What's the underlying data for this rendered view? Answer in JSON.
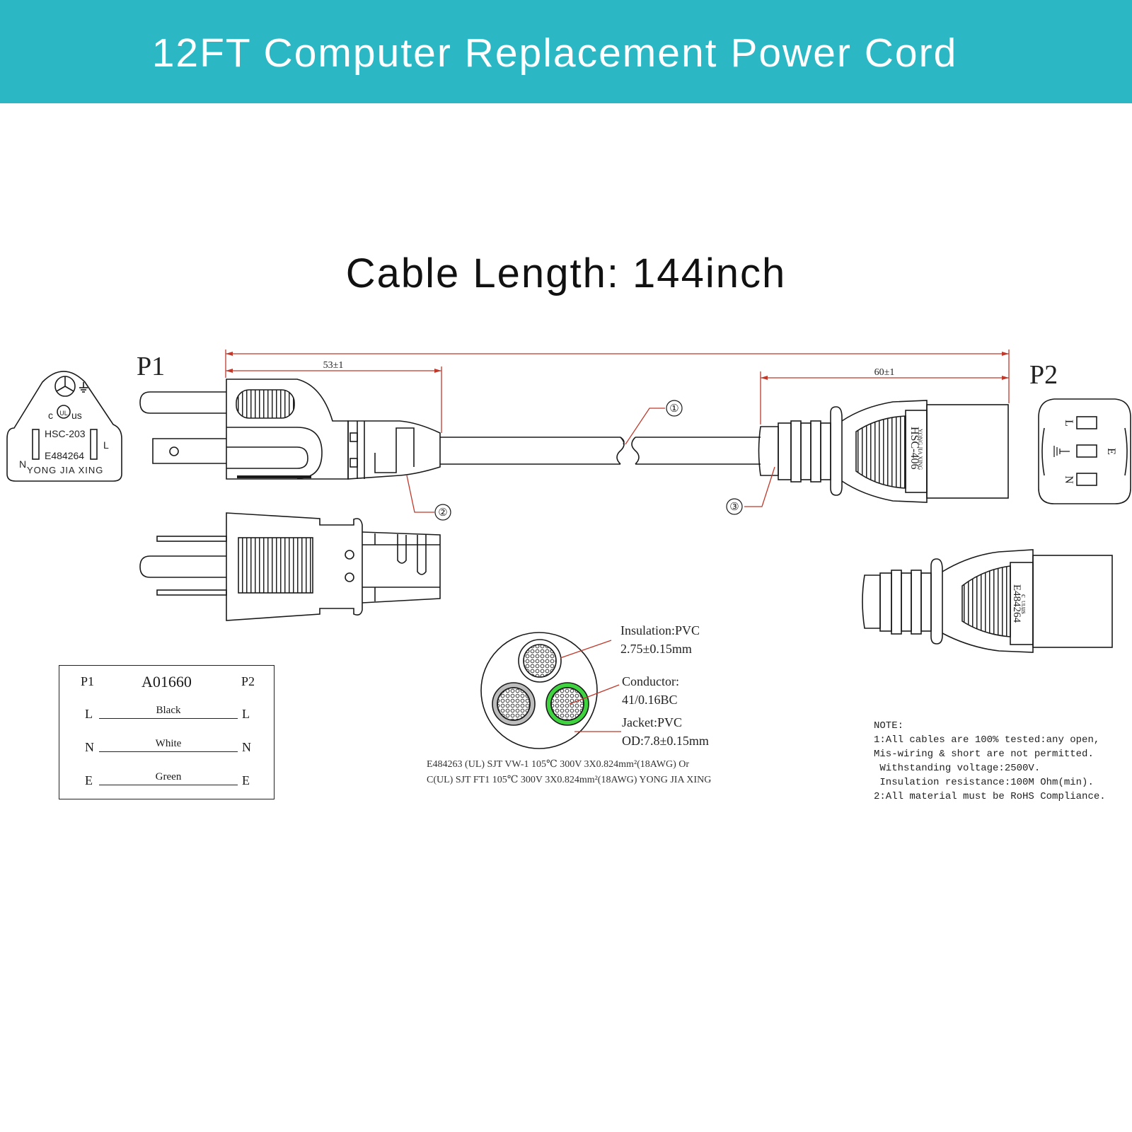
{
  "header": {
    "title": "12FT Computer Replacement Power Cord"
  },
  "subtitle": "Cable Length: 144inch",
  "colors": {
    "banner": "#2bb7c4",
    "dimension": "#c0392b",
    "ground": "#3fd43f"
  },
  "dimensions": {
    "plug_end": "53±1",
    "connector_end": "60±1"
  },
  "plug": {
    "label": "P1",
    "marking": {
      "cert_c": "c",
      "cert_ul": "UL",
      "cert_us": "us",
      "model": "HSC-203",
      "file_no": "E484264",
      "maker": "YONG JIA XING",
      "line": "L",
      "neutral": "N"
    }
  },
  "connector": {
    "label": "P2",
    "model": "HSC-406",
    "maker": "YONG JIA XING",
    "face": {
      "line": "L",
      "earth": "E",
      "neutral": "N"
    },
    "side_marking": {
      "file_no": "E484264",
      "cert_c": "c",
      "cert_ul": "UL",
      "cert_us": "us"
    }
  },
  "callouts": [
    "①",
    "②",
    "③"
  ],
  "wiring_table": {
    "left_header": "P1",
    "code": "A01660",
    "right_header": "P2",
    "rows": [
      {
        "left": "L",
        "color": "Black",
        "right": "L"
      },
      {
        "left": "N",
        "color": "White",
        "right": "N"
      },
      {
        "left": "E",
        "color": "Green",
        "right": "E"
      }
    ]
  },
  "cable_spec": {
    "insulation": "Insulation:PVC",
    "insulation_thickness": "2.75±0.15mm",
    "conductor": "Conductor:",
    "conductor_spec": "41/0.16BC",
    "jacket": "Jacket:PVC",
    "jacket_od": "OD:7.8±0.15mm",
    "cert_line_1": "E484263 (UL) SJT VW-1 105℃ 300V 3X0.824mm²(18AWG) Or",
    "cert_line_2": "C(UL) SJT FT1 105℃ 300V 3X0.824mm²(18AWG) YONG JIA XING"
  },
  "notes": [
    "NOTE:",
    "1:All cables are 100% tested:any open,",
    "Mis-wiring & short are not permitted.",
    " Withstanding voltage:2500V.",
    " Insulation resistance:100M Ohm(min).",
    "2:All material must be RoHS Compliance."
  ]
}
